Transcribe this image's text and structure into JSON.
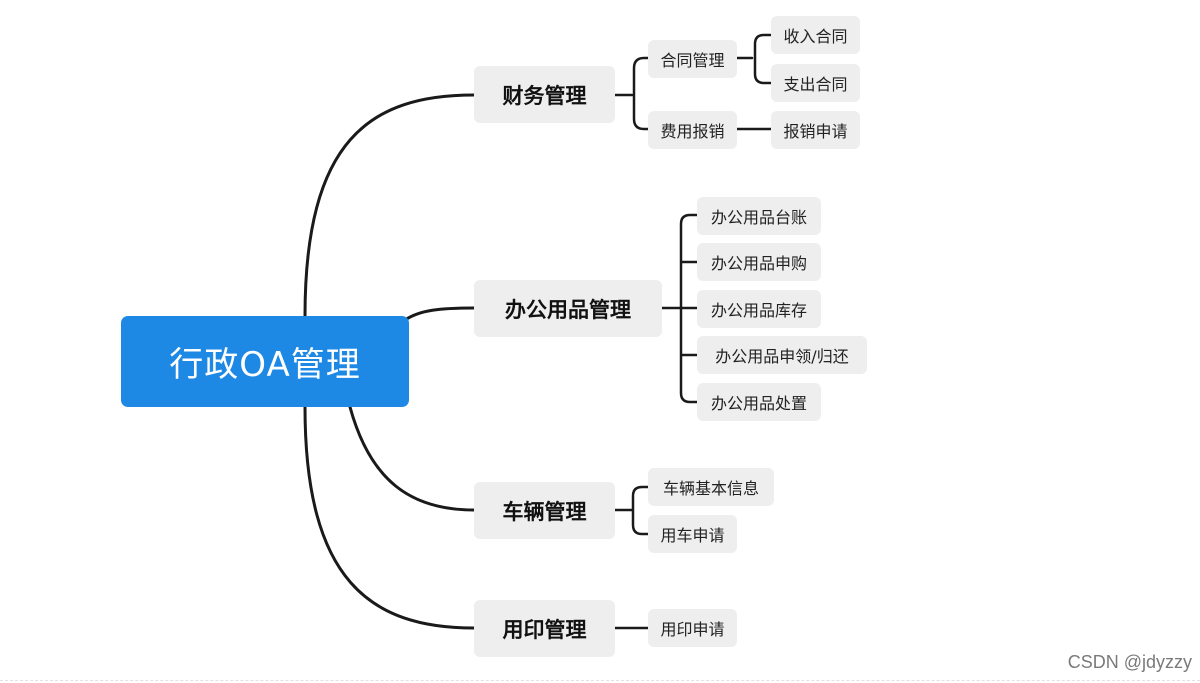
{
  "root": {
    "label": "行政OA管理"
  },
  "branches": {
    "finance": {
      "label": "财务管理",
      "contract": {
        "label": "合同管理",
        "income": "收入合同",
        "expense": "支出合同"
      },
      "reimburse": {
        "label": "费用报销",
        "apply": "报销申请"
      }
    },
    "office": {
      "label": "办公用品管理",
      "ledger": "办公用品台账",
      "purchase": "办公用品申购",
      "stock": "办公用品库存",
      "borrow": "办公用品申领/归还",
      "dispose": "办公用品处置"
    },
    "vehicle": {
      "label": "车辆管理",
      "info": "车辆基本信息",
      "apply": "用车申请"
    },
    "seal": {
      "label": "用印管理",
      "apply": "用印申请"
    }
  },
  "watermark": "CSDN @jdyzzy"
}
